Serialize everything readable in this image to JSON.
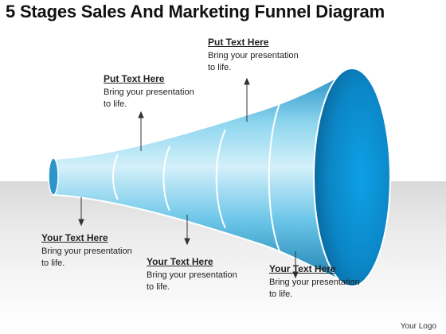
{
  "title": "5 Stages Sales And Marketing Funnel Diagram",
  "colors": {
    "funnel_light": "#bfe7f4",
    "funnel_mid": "#5bbbe0",
    "funnel_dark": "#1a7fb0",
    "mouth": "#0d8fd0",
    "background_band": "#e6e6e6"
  },
  "callouts": {
    "top_left": {
      "heading": "Put Text Here",
      "body": "Bring your presentation to life."
    },
    "top_right": {
      "heading": "Put Text Here",
      "body": "Bring your presentation to life."
    },
    "bottom_1": {
      "heading": "Your Text Here",
      "body": "Bring your presentation to life."
    },
    "bottom_2": {
      "heading": "Your Text Here",
      "body": "Bring your presentation to life."
    },
    "bottom_3": {
      "heading": "Your Text Here",
      "body": "Bring your presentation to life."
    }
  },
  "logo": "Your Logo"
}
